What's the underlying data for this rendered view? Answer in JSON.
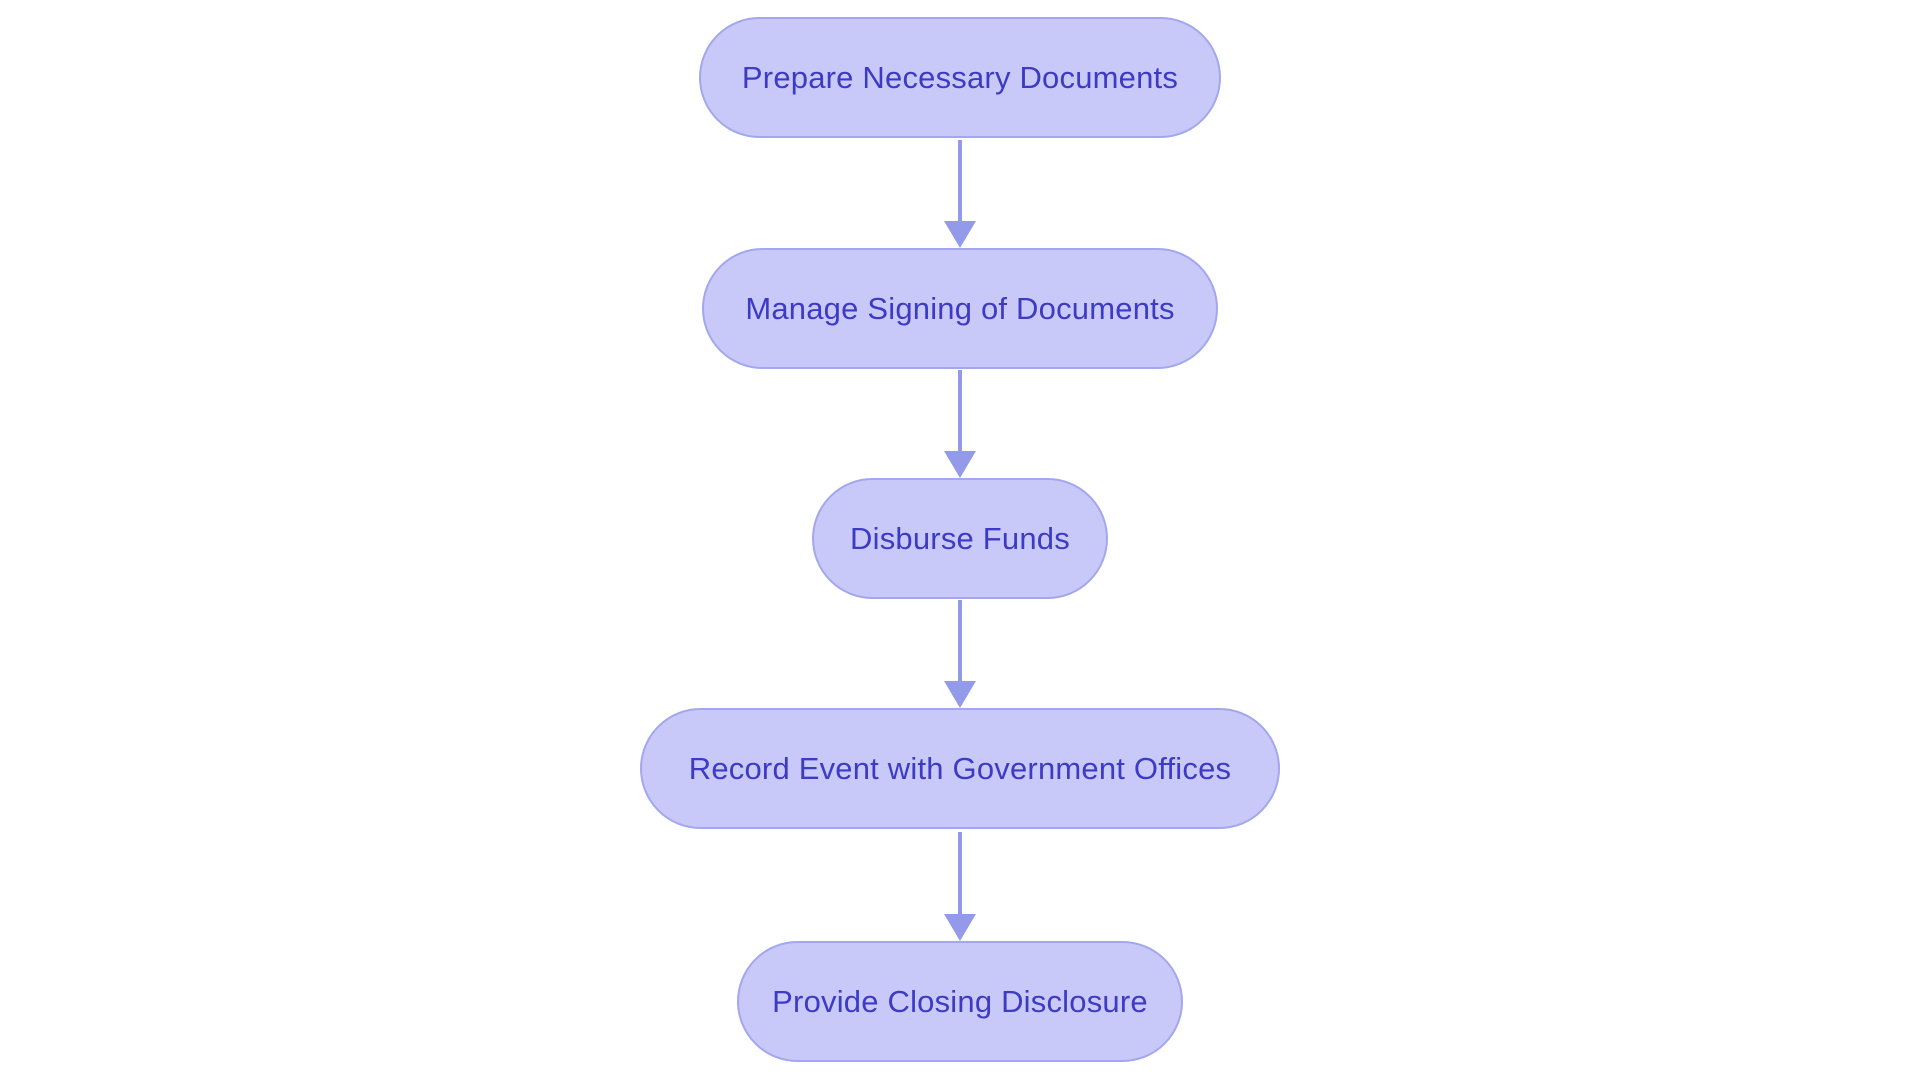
{
  "diagram": {
    "type": "flowchart",
    "direction": "top-down",
    "colors": {
      "background": "#ffffff",
      "node_fill": "#c8c9f8",
      "node_border": "#a3a7ee",
      "node_text": "#3d3bc4",
      "arrow": "#939aea"
    },
    "nodes": [
      {
        "id": "prepare-necessary-documents",
        "label": "Prepare Necessary Documents"
      },
      {
        "id": "manage-signing-of-documents",
        "label": "Manage Signing of Documents"
      },
      {
        "id": "disburse-funds",
        "label": "Disburse Funds"
      },
      {
        "id": "record-event-with-government-offices",
        "label": "Record Event with Government Offices"
      },
      {
        "id": "provide-closing-disclosure",
        "label": "Provide Closing Disclosure"
      }
    ],
    "edges": [
      {
        "from": "prepare-necessary-documents",
        "to": "manage-signing-of-documents"
      },
      {
        "from": "manage-signing-of-documents",
        "to": "disburse-funds"
      },
      {
        "from": "disburse-funds",
        "to": "record-event-with-government-offices"
      },
      {
        "from": "record-event-with-government-offices",
        "to": "provide-closing-disclosure"
      }
    ]
  }
}
